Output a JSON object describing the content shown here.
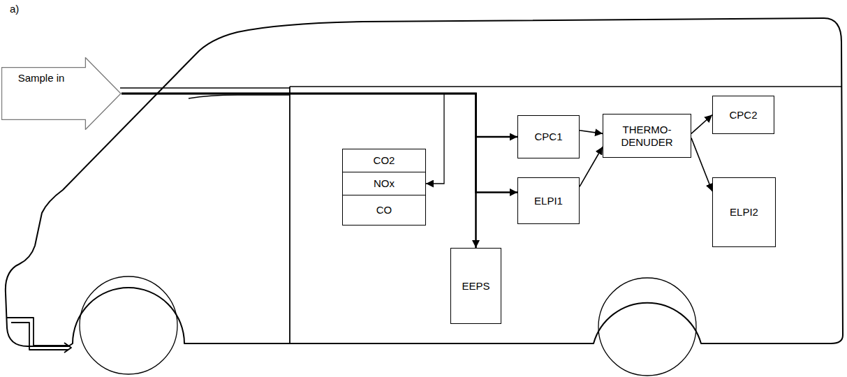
{
  "diagram": {
    "nodes": [
      {
        "text": [
          "Sample in"
        ]
      },
      {
        "text": [
          "CO2"
        ]
      },
      {
        "text": [
          "NOx"
        ]
      },
      {
        "text": [
          "CO"
        ]
      },
      {
        "text": [
          "CPC1"
        ]
      },
      {
        "text": [
          "ELPI1"
        ]
      },
      {
        "text": [
          "THERMO-DENUDER"
        ]
      },
      {
        "text": [
          "CPC2"
        ]
      },
      {
        "text": [
          "ELPI2"
        ]
      },
      {
        "text": [
          "EEPS"
        ]
      }
    ],
    "edges": [
      {
        "from": 0,
        "to": 2,
        "arrow": "to"
      },
      {
        "from": 0,
        "to": 4,
        "arrow": "to"
      },
      {
        "from": 0,
        "to": 5,
        "arrow": "to"
      },
      {
        "from": 0,
        "to": 9,
        "arrow": "to"
      },
      {
        "from": 4,
        "to": 6,
        "arrow": "to"
      },
      {
        "from": 5,
        "to": 6,
        "arrow": "to"
      },
      {
        "from": 6,
        "to": 7,
        "arrow": "to"
      },
      {
        "from": 6,
        "to": 8,
        "arrow": "to"
      }
    ],
    "labels": [
      "a)"
    ]
  }
}
